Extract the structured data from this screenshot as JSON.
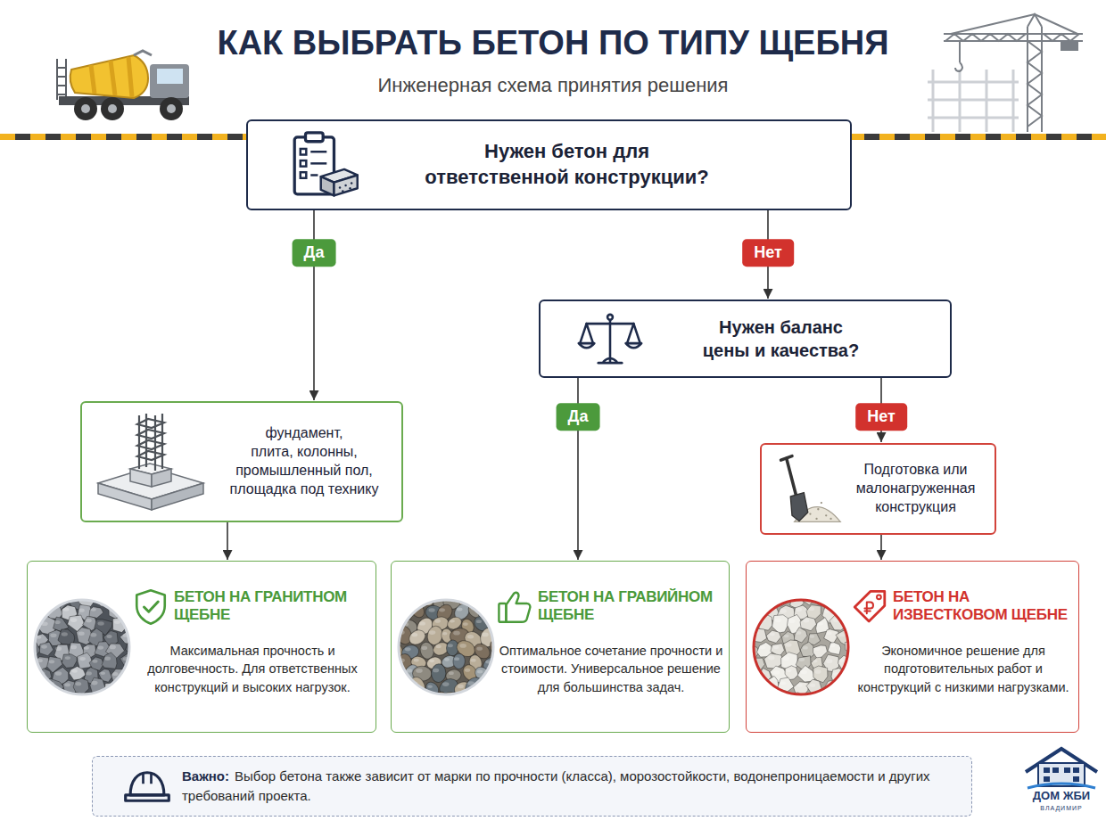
{
  "diagram": {
    "title": "КАК ВЫБРАТЬ БЕТОН ПО ТИПУ ЩЕБНЯ",
    "nodes": [
      {
        "text": [
          "Нужен бетон для ответственной конструкции?"
        ]
      },
      {
        "text": [
          "Нужен баланс цены и качества?"
        ]
      },
      {
        "text": [
          "фундамент, плита, колонны, промышленный пол, площадка под технику"
        ]
      },
      {
        "text": [
          "Подготовка или малонагруженная конструкция"
        ]
      },
      {
        "text": [
          "БЕТОН НА ГРАНИТНОМ ЩЕБНЕ",
          "Максимальная прочность и долговечность. Для ответственных конструкций и высоких нагрузок."
        ]
      },
      {
        "text": [
          "БЕТОН НА ГРАВИЙНОМ ЩЕБНЕ",
          "Оптимальное сочетание прочности и стоимости. Универсальное решение для большинства задач."
        ]
      },
      {
        "text": [
          "БЕТОН НА ИЗВЕСТКОВОМ ЩЕБНЕ",
          "Экономичное решение для подготовительных работ и конструкций с низкими нагрузками."
        ]
      },
      {
        "text": [
          "Важно:",
          "Выбор бетона также зависит от марки по прочности (класса), морозостойкости, водонепроницаемости и других требований проекта."
        ]
      }
    ],
    "edges": [
      {
        "from": 0,
        "to": 2,
        "label": "Да",
        "arrow": "to"
      },
      {
        "from": 0,
        "to": 1,
        "label": "Нет",
        "arrow": "to"
      },
      {
        "from": 1,
        "to": 5,
        "label": "Да",
        "arrow": "to"
      },
      {
        "from": 1,
        "to": 3,
        "label": "Нет",
        "arrow": "to"
      },
      {
        "from": 2,
        "to": 4,
        "arrow": "to"
      },
      {
        "from": 3,
        "to": 6,
        "arrow": "to"
      }
    ],
    "labels": [
      "Инженерная схема принятия решения",
      "ДОМ ЖБИ",
      "ВЛАДИМИР"
    ]
  }
}
